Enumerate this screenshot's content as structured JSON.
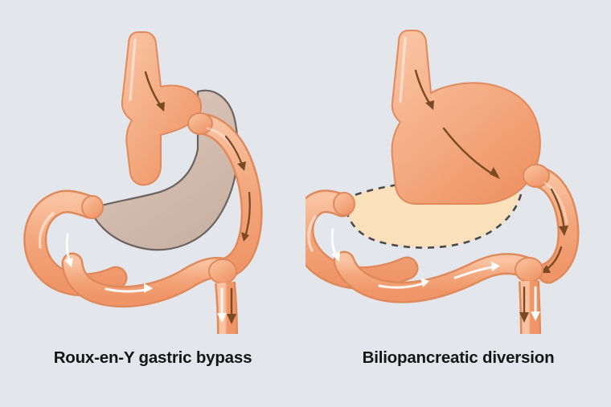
{
  "figure": {
    "background_color": "#e3e6ea",
    "type": "medical-illustration",
    "subject": "bariatric surgery procedures comparison",
    "panel_count": 2
  },
  "panels": [
    {
      "id": "roux-en-y-gastric-bypass",
      "caption": "Roux-en-Y gastric bypass",
      "structures": [
        {
          "name": "esophagus",
          "color": "#f2a377",
          "flow_arrow": "brown"
        },
        {
          "name": "gastric-pouch",
          "color": "#f2a377",
          "state": "functional"
        },
        {
          "name": "bypassed-stomach-remnant",
          "color": "#d3bdb0",
          "state": "bypassed"
        },
        {
          "name": "duodenum",
          "color": "#f2a377",
          "state": "bypassed"
        },
        {
          "name": "roux-alimentary-limb",
          "color": "#f2a377",
          "flow_arrow": "brown"
        },
        {
          "name": "biliopancreatic-limb",
          "color": "#f2a377",
          "flow_arrow": "white"
        },
        {
          "name": "common-channel",
          "color": "#f2a377",
          "flow_arrow": "both"
        }
      ]
    },
    {
      "id": "biliopancreatic-diversion",
      "caption": "Biliopancreatic diversion",
      "structures": [
        {
          "name": "esophagus",
          "color": "#f2a377",
          "flow_arrow": "brown"
        },
        {
          "name": "retained-gastric-sleeve",
          "color": "#f2a377",
          "state": "functional",
          "flow_arrow": "brown"
        },
        {
          "name": "resected-stomach-portion",
          "color": "#fbe0bc",
          "state": "resected",
          "outline": "dashed"
        },
        {
          "name": "duodenum",
          "color": "#f2a377",
          "state": "bypassed"
        },
        {
          "name": "alimentary-limb",
          "color": "#f2a377",
          "flow_arrow": "brown"
        },
        {
          "name": "biliopancreatic-limb",
          "color": "#f2a377",
          "flow_arrow": "white"
        },
        {
          "name": "common-channel",
          "color": "#f2a377",
          "flow_arrow": "both"
        }
      ]
    }
  ],
  "colors": {
    "background": "#e3e6ea",
    "bowel_fill": "#f2a377",
    "bowel_fill_light": "#f8bf9b",
    "bowel_outline": "#e08a5c",
    "stomach_bypassed": "#d3bdb0",
    "stomach_bypassed_outline": "#6b6460",
    "resected_fill": "#fbe0bc",
    "resected_outline": "#4a4a4a",
    "arrow_brown": "#7a4a22",
    "arrow_white": "#ffffff",
    "caption_text": "#151515"
  }
}
